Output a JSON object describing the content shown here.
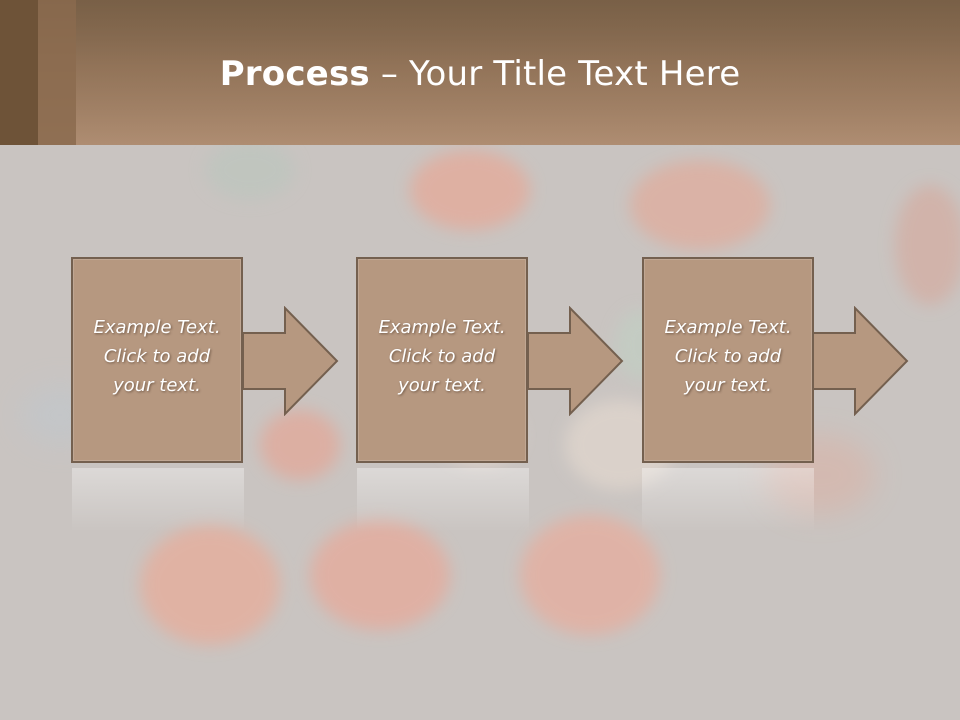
{
  "slide": {
    "title_bold": "Process",
    "title_rest": " – Your Title Text Here",
    "steps": [
      {
        "line1": "Example Text.",
        "line2": "Click  to add",
        "line3": "your text."
      },
      {
        "line1": "Example Text.",
        "line2": "Click  to add",
        "line3": "your text."
      },
      {
        "line1": "Example Text.",
        "line2": "Click  to add",
        "line3": "your text."
      }
    ]
  },
  "colors": {
    "header_dark": "#6e5338",
    "header_mid": "#9c7b5f",
    "box_fill": "#b69880",
    "box_border": "#74604f",
    "background": "#c9c4c1",
    "text": "#ffffff"
  },
  "icons": [
    "thumbs-up-bokeh-icon"
  ]
}
